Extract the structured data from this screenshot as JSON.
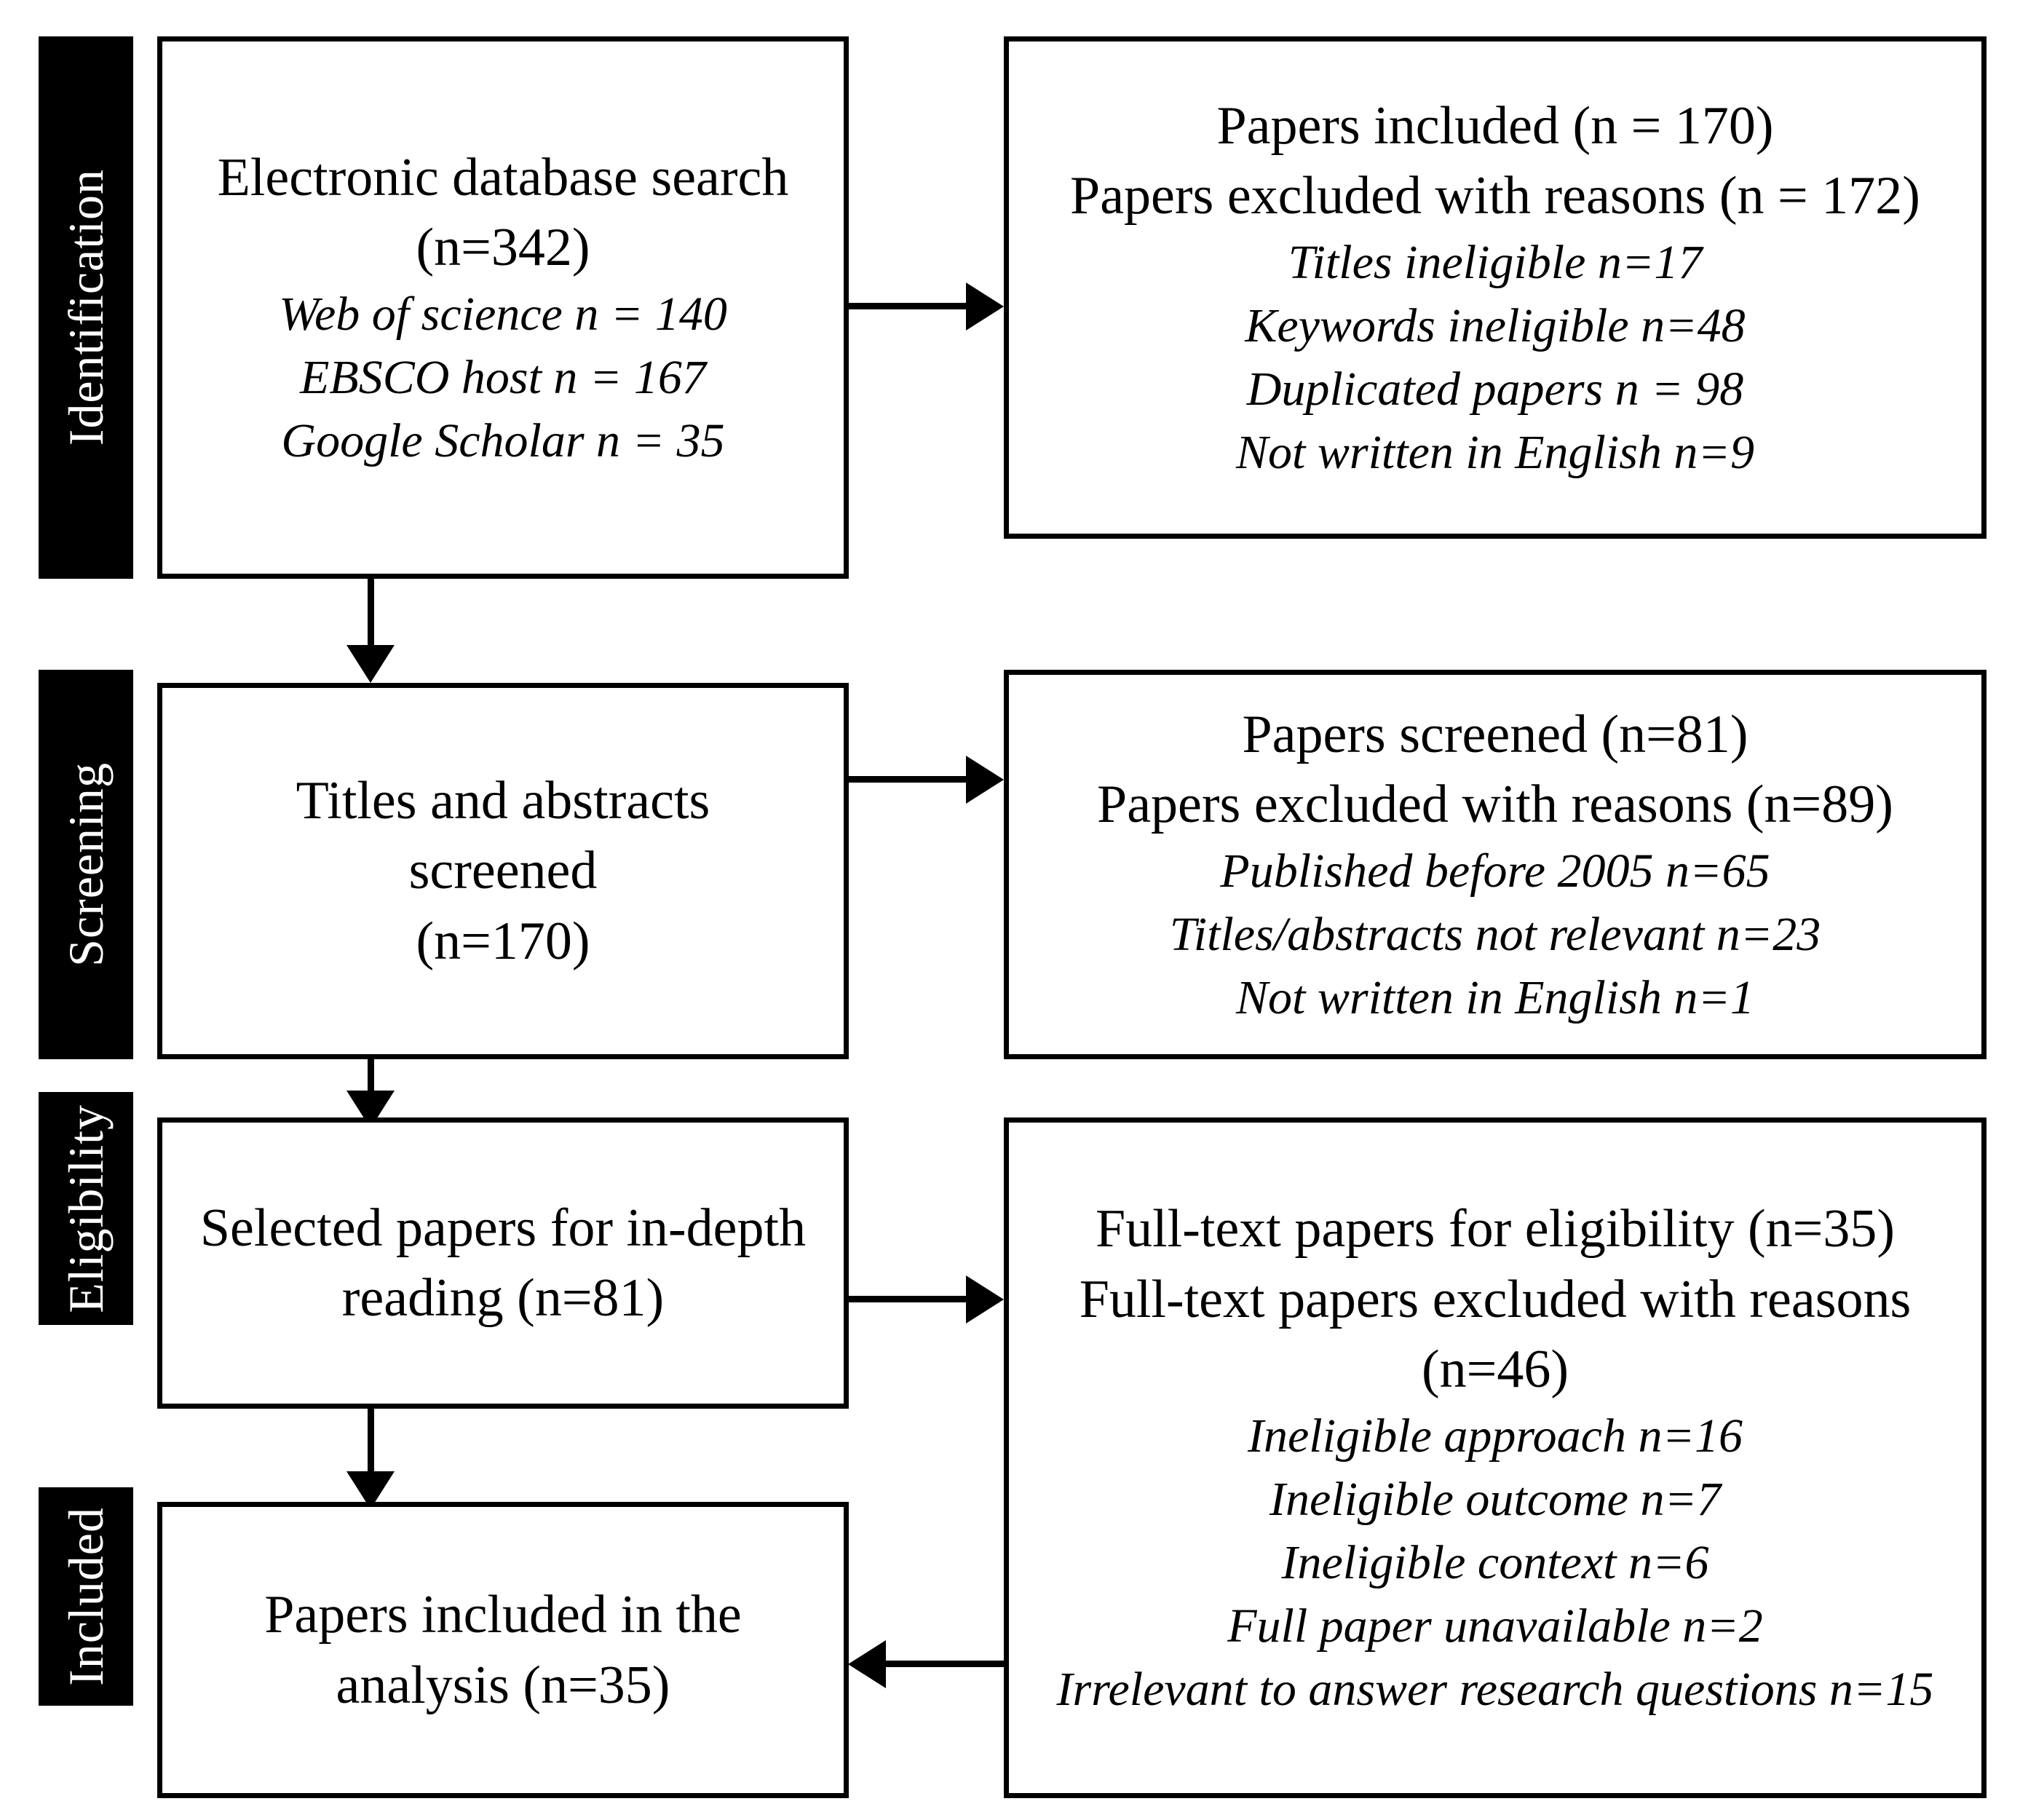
{
  "diagram": {
    "type": "prisma-flow-diagram",
    "stages": [
      {
        "id": "identification",
        "label": "Identification"
      },
      {
        "id": "screening",
        "label": "Screening"
      },
      {
        "id": "eligibility",
        "label": "Eligibility"
      },
      {
        "id": "included",
        "label": "Included"
      }
    ],
    "boxes": {
      "identification_left": {
        "lines": [
          {
            "text": "Electronic database search",
            "style": "roman"
          },
          {
            "text": "(n=342)",
            "style": "roman"
          },
          {
            "text": "Web of science n = 140",
            "style": "italic"
          },
          {
            "text": "EBSCO host n = 167",
            "style": "italic"
          },
          {
            "text": "Google Scholar n = 35",
            "style": "italic"
          }
        ]
      },
      "identification_right": {
        "lines": [
          {
            "text": "Papers included (n = 170)",
            "style": "roman"
          },
          {
            "text": "Papers excluded with reasons (n = 172)",
            "style": "roman"
          },
          {
            "text": "Titles ineligible n=17",
            "style": "italic"
          },
          {
            "text": "Keywords ineligible n=48",
            "style": "italic"
          },
          {
            "text": "Duplicated papers n = 98",
            "style": "italic"
          },
          {
            "text": "Not written in English n=9",
            "style": "italic"
          }
        ]
      },
      "screening_left": {
        "lines": [
          {
            "text": "Titles and abstracts",
            "style": "roman"
          },
          {
            "text": "screened",
            "style": "roman"
          },
          {
            "text": "(n=170)",
            "style": "roman"
          }
        ]
      },
      "screening_right": {
        "lines": [
          {
            "text": "Papers screened (n=81)",
            "style": "roman"
          },
          {
            "text": "Papers excluded with reasons (n=89)",
            "style": "roman"
          },
          {
            "text": "Published before 2005 n=65",
            "style": "italic"
          },
          {
            "text": "Titles/abstracts not relevant n=23",
            "style": "italic"
          },
          {
            "text": "Not written in English n=1",
            "style": "italic"
          }
        ]
      },
      "eligibility_left": {
        "lines": [
          {
            "text": "Selected papers for in-depth",
            "style": "roman"
          },
          {
            "text": "reading (n=81)",
            "style": "roman"
          }
        ]
      },
      "eligibility_right": {
        "lines": [
          {
            "text": "Full-text papers for eligibility (n=35)",
            "style": "roman"
          },
          {
            "text": "Full-text papers excluded with reasons",
            "style": "roman"
          },
          {
            "text": "(n=46)",
            "style": "roman"
          },
          {
            "text": "Ineligible approach n=16",
            "style": "italic"
          },
          {
            "text": "Ineligible outcome n=7",
            "style": "italic"
          },
          {
            "text": "Ineligible context n=6",
            "style": "italic"
          },
          {
            "text": "Full paper unavailable n=2",
            "style": "italic"
          },
          {
            "text": "Irrelevant to answer research questions n=15",
            "style": "italic"
          }
        ]
      },
      "included_left": {
        "lines": [
          {
            "text": "Papers included in the",
            "style": "roman"
          },
          {
            "text": "analysis (n=35)",
            "style": "roman"
          }
        ]
      }
    },
    "connectors": [
      {
        "id": "identification-left-to-right",
        "direction": "right"
      },
      {
        "id": "identification-to-screening",
        "direction": "down"
      },
      {
        "id": "screening-left-to-right",
        "direction": "right"
      },
      {
        "id": "screening-to-eligibility",
        "direction": "down"
      },
      {
        "id": "eligibility-left-to-right",
        "direction": "right"
      },
      {
        "id": "eligibility-to-included",
        "direction": "down"
      },
      {
        "id": "eligibility-right-to-included-left",
        "direction": "left"
      }
    ],
    "colors": {
      "stroke": "#000000",
      "background": "#ffffff",
      "stage_bar_background": "#000000",
      "stage_bar_text": "#ffffff"
    }
  }
}
